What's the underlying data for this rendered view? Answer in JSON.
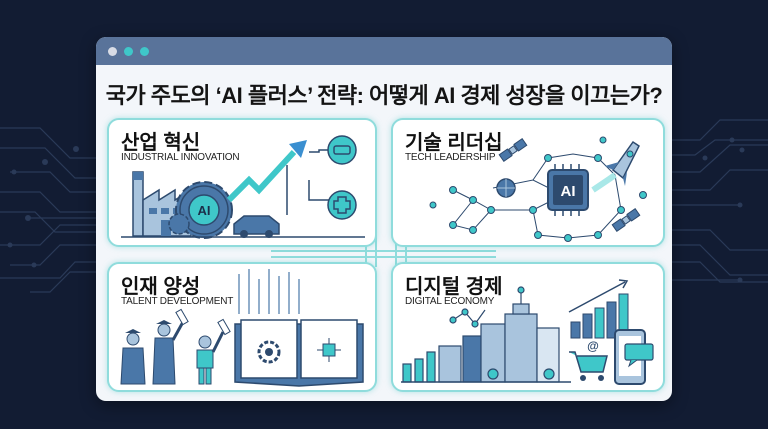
{
  "window": {
    "title": "국가 주도의 ‘AI 플러스’ 전략: 어떻게 AI 경제 성장을 이끄는가?",
    "controls": [
      {
        "name": "dot-1",
        "color": "#d8dce6"
      },
      {
        "name": "dot-2",
        "color": "#3fc7c9"
      },
      {
        "name": "dot-3",
        "color": "#3fc7c9"
      }
    ]
  },
  "cards": [
    {
      "id": "industrial",
      "title": "산업 혁신",
      "subtitle": "INDUSTRIAL INNOVATION",
      "center_label": "AI"
    },
    {
      "id": "tech",
      "title": "기술 리더십",
      "subtitle": "TECH LEADERSHIP",
      "center_label": "AI"
    },
    {
      "id": "talent",
      "title": "인재 양성",
      "subtitle": "TALENT DEVELOPMENT"
    },
    {
      "id": "digital",
      "title": "디지털 경제",
      "subtitle": "DIGITAL ECONOMY",
      "icon_label": "@"
    }
  ],
  "colors": {
    "background": "#121c33",
    "titlebar": "#59739a",
    "card_border": "#8fdcdc",
    "navy": "#2d4a6e",
    "blue": "#4a77a8",
    "teal": "#3fc7c9",
    "light_blue": "#a9c4dd"
  }
}
